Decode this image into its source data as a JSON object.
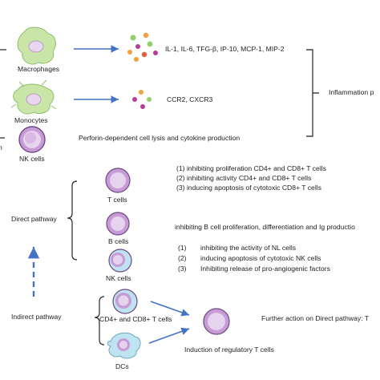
{
  "top": {
    "macrophages_label": "Macrophages",
    "macrophage_cytokines": "IL-1, IL-6, TFG-β, IP-10, MCP-1, MIP-2",
    "monocytes_label": "Monocytes",
    "monocyte_cytokines": "CCR2, CXCR3",
    "inflammation_label": "Inflammation p",
    "nk_label": "NK cells",
    "nk_text": "Perforin-dependent cell lysis and cytokine production",
    "left_edge_text": "n"
  },
  "direct": {
    "label": "Direct pathway",
    "t_cells_label": "T cells",
    "t_cells_effects": [
      "(1) inhibiting proliferation CD4+ and CD8+ T cells",
      "(2) inhibiting activity CD4+ and CD8+ T cells",
      "(3) inducing apoptosis of cytotoxic CD8+ T cells"
    ],
    "b_cells_label": "B cells",
    "b_cells_effect": "inhibiting B cell proliferation, differentiation and Ig productio",
    "nk_cells_label": "NK cells",
    "nk_effects": [
      {
        "num": "(1)",
        "text": "inhibiting the activity of NL cells"
      },
      {
        "num": "(2)",
        "text": "inducing apoptosis of cytotoxic NK cells"
      },
      {
        "num": "(3)",
        "text": "Inhibiting release of pro-angiogenic factors"
      }
    ]
  },
  "indirect": {
    "label": "Indirect pathway",
    "cd_label": "CD4+ and CD8+ T cells",
    "dc_label": "DCs",
    "treg_label": "Induction of regulatory T cells",
    "further_label": "Further action on Direct pathway: T"
  },
  "colors": {
    "arrow_blue": "#4472c4",
    "cell_purple": "#c79bd6",
    "nucleus_purple": "#e6d4ee",
    "cell_green": "#c9e6a8",
    "cell_cyan": "#bfe3f0"
  }
}
